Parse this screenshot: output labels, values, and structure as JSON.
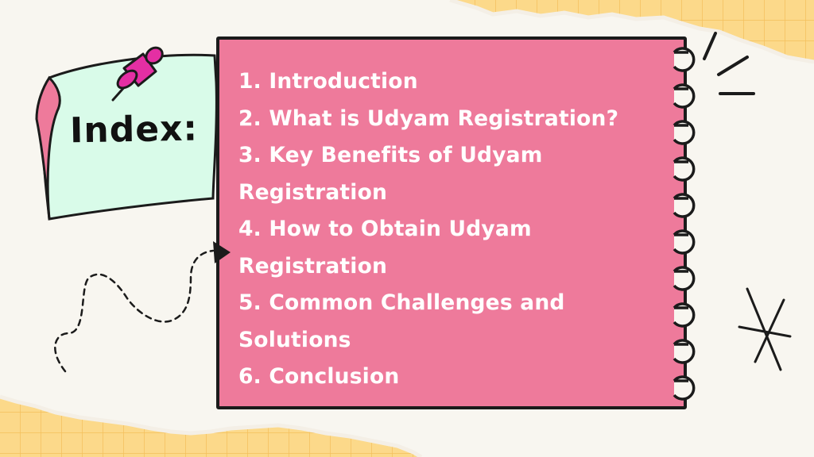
{
  "sticky_note": {
    "title": "Index:"
  },
  "index": {
    "items": [
      "1. Introduction",
      "2. What is Udyam Registration?",
      "3. Key Benefits of Udyam Registration",
      "4. How to Obtain Udyam Registration",
      "5. Common Challenges and Solutions",
      "6. Conclusion"
    ]
  },
  "colors": {
    "background": "#f8f6f0",
    "notepad": "#ee7a9b",
    "sticky_note": "#d9fbe9",
    "grid_paper": "#fcd98a",
    "pin": "#e42fa3",
    "outline": "#1b1b1b"
  },
  "icons": [
    "push-pin-icon",
    "spiral-binding-icon",
    "sparkle-icon",
    "asterisk-icon",
    "dashed-arrow-icon"
  ]
}
